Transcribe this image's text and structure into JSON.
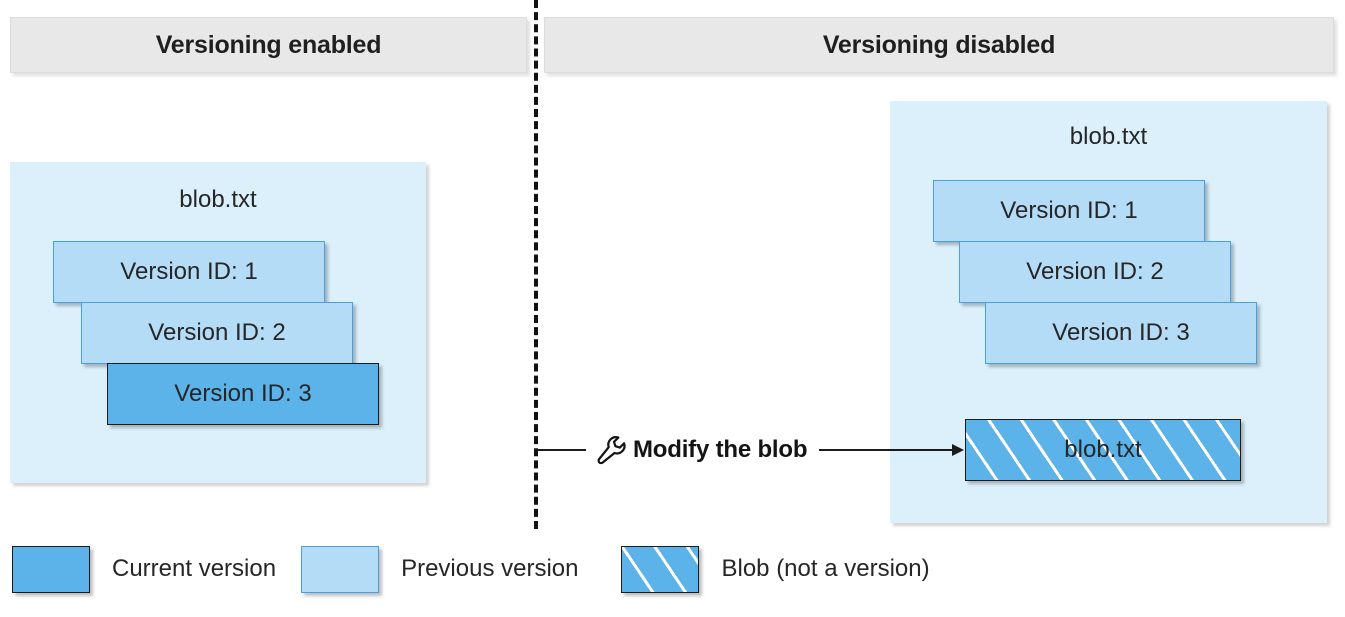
{
  "panels": {
    "left": {
      "header": "Versioning enabled",
      "container_title": "blob.txt",
      "versions": [
        {
          "label": "Version ID: 1",
          "state": "previous"
        },
        {
          "label": "Version ID: 2",
          "state": "previous"
        },
        {
          "label": "Version ID: 3",
          "state": "current"
        }
      ]
    },
    "right": {
      "header": "Versioning disabled",
      "container_title": "blob.txt",
      "versions": [
        {
          "label": "Version ID: 1",
          "state": "previous"
        },
        {
          "label": "Version ID: 2",
          "state": "previous"
        },
        {
          "label": "Version ID: 3",
          "state": "previous"
        }
      ],
      "modified_blob": {
        "label": "blob.txt",
        "state": "blob-not-a-version"
      }
    }
  },
  "action": {
    "label": "Modify the blob",
    "icon": "wrench-icon"
  },
  "legend": {
    "items": [
      {
        "label": "Current version",
        "swatch": "solid-blue"
      },
      {
        "label": "Previous version",
        "swatch": "light-blue"
      },
      {
        "label": "Blob (not a version)",
        "swatch": "hatched-blue"
      }
    ]
  },
  "colors": {
    "current_version": "#5BB3E9",
    "previous_version": "#B5DCF7",
    "container_background": "#DBF0FB",
    "header_background": "#E8E8E8",
    "divider": "#111111",
    "text": "#262626"
  }
}
